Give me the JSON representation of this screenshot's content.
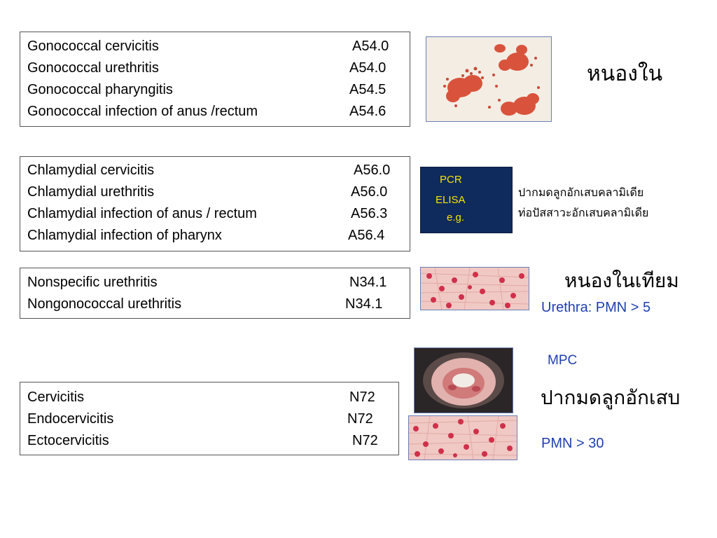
{
  "gonococcal": {
    "rows": [
      {
        "name": "Gonococcal cervicitis",
        "code": "A54.0"
      },
      {
        "name": "Gonococcal urethritis",
        "code": "A54.0"
      },
      {
        "name": "Gonococcal pharyngitis",
        "code": "A54.5"
      },
      {
        "name": "Gonococcal infection of anus /rectum",
        "code": "A54.6"
      }
    ],
    "thai_label": "หนองใน"
  },
  "chlamydial": {
    "rows": [
      {
        "name": "Chlamydial cervicitis",
        "code": "A56.0"
      },
      {
        "name": "Chlamydial urethritis",
        "code": "A56.0"
      },
      {
        "name": "Chlamydial infection of anus / rectum",
        "code": "A56.3"
      },
      {
        "name": "Chlamydial infection of pharynx",
        "code": "A56.4"
      }
    ],
    "tests": {
      "line1": "PCR",
      "line2": "ELISA",
      "line3": "e.g."
    },
    "thai_line1": "ปากมดลูกอักเสบคลามิเดีย",
    "thai_line2": "ท่อปัสสาวะอักเสบคลามิเดีย"
  },
  "nonspecific": {
    "rows": [
      {
        "name": "Nonspecific urethritis",
        "code": "N34.1"
      },
      {
        "name": "Nongonococcal urethritis",
        "code": "N34.1"
      }
    ],
    "thai_label": "หนองในเทียม",
    "criteria": "Urethra: PMN > 5"
  },
  "cervicitis": {
    "rows": [
      {
        "name": "Cervicitis",
        "code": "N72"
      },
      {
        "name": "Endocervicitis",
        "code": "N72"
      },
      {
        "name": "Ectocervicitis",
        "code": "N72"
      }
    ],
    "mpc_label": "MPC",
    "thai_label": "ปากมดลูกอักเสบ",
    "criteria": "PMN > 30"
  }
}
